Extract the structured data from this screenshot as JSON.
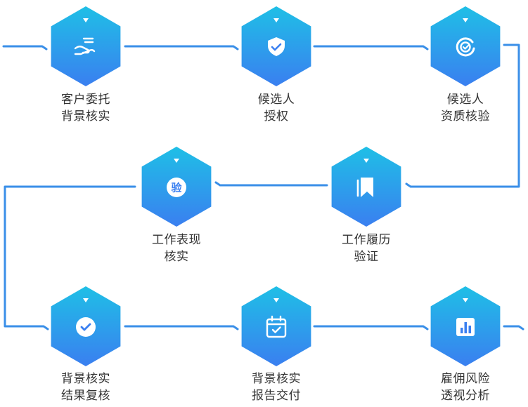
{
  "colors": {
    "hex_top": "#1fbfe6",
    "hex_bottom": "#3a7ff0",
    "connector": "#3a8fe8",
    "marker": "#ffffff",
    "label_text": "#333333"
  },
  "steps": [
    {
      "icon": "hand-money-icon",
      "lines": [
        "客户委托",
        "背景核实"
      ]
    },
    {
      "icon": "shield-check-icon",
      "lines": [
        "候选人",
        "授权"
      ]
    },
    {
      "icon": "check-circle-icon",
      "lines": [
        "候选人",
        "资质核验"
      ]
    },
    {
      "icon": "bookmark-icon",
      "lines": [
        "工作履历",
        "验证"
      ]
    },
    {
      "icon": "verify-badge-icon",
      "badge_text": "验",
      "lines": [
        "工作表现",
        "核实"
      ]
    },
    {
      "icon": "check-circle-icon",
      "lines": [
        "背景核实",
        "结果复核"
      ]
    },
    {
      "icon": "calendar-check-icon",
      "lines": [
        "背景核实",
        "报告交付"
      ]
    },
    {
      "icon": "bar-chart-icon",
      "lines": [
        "雇佣风险",
        "透视分析"
      ]
    }
  ]
}
